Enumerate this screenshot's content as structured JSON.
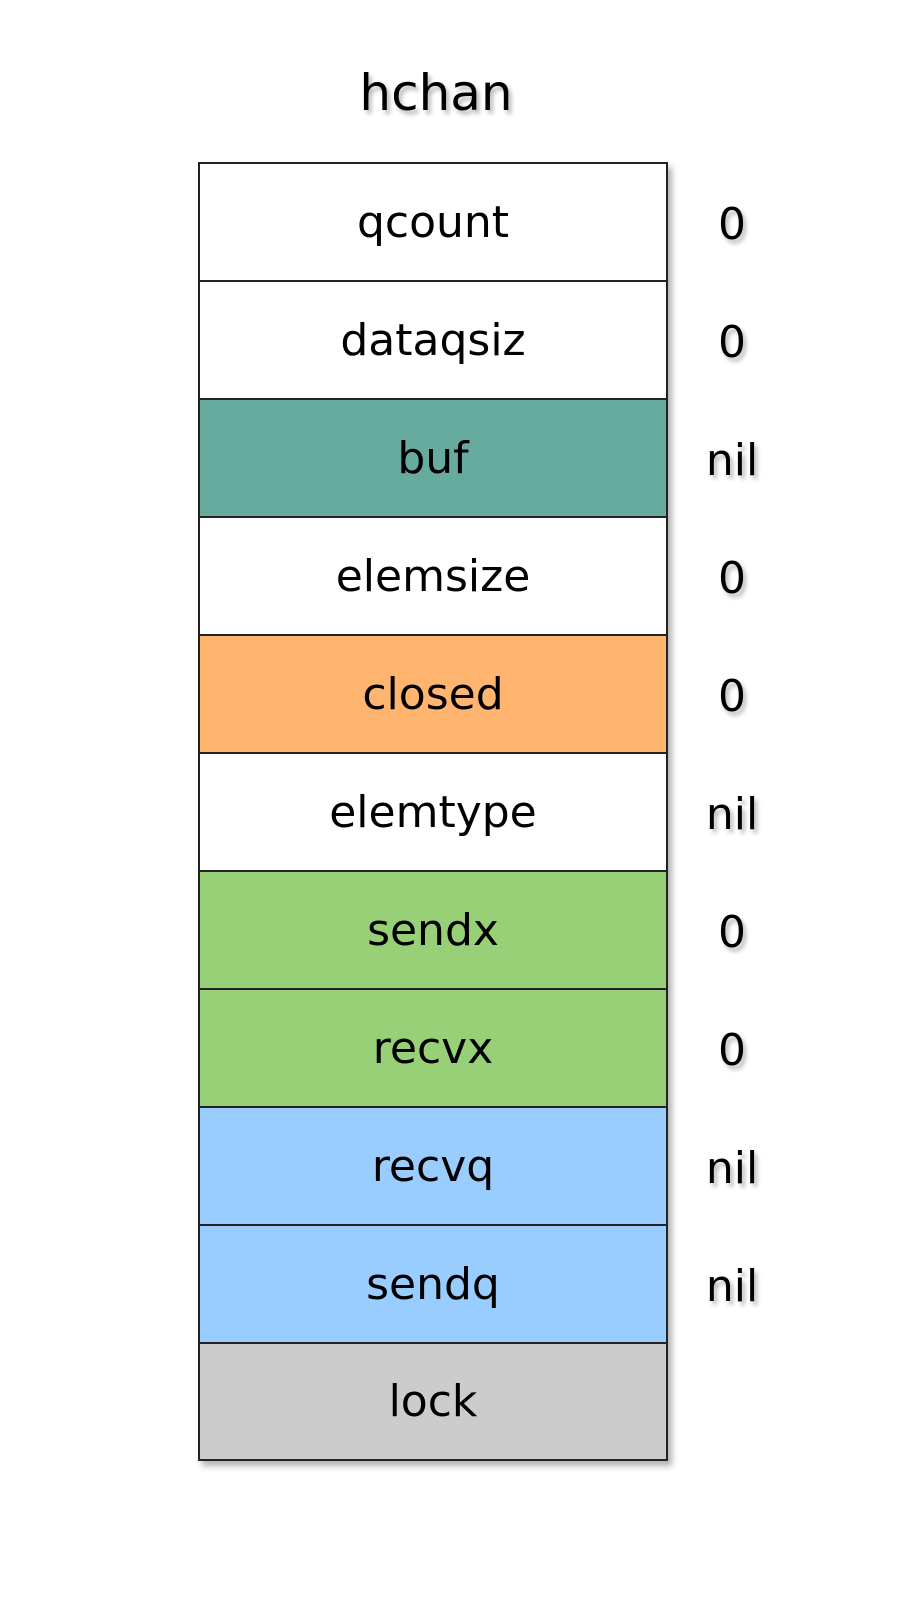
{
  "title": "hchan",
  "fields": [
    {
      "name": "qcount",
      "value": "0",
      "color": "#ffffff"
    },
    {
      "name": "dataqsiz",
      "value": "0",
      "color": "#ffffff"
    },
    {
      "name": "buf",
      "value": "nil",
      "color": "#67ab9f"
    },
    {
      "name": "elemsize",
      "value": "0",
      "color": "#ffffff"
    },
    {
      "name": "closed",
      "value": "0",
      "color": "#ffb570"
    },
    {
      "name": "elemtype",
      "value": "nil",
      "color": "#ffffff"
    },
    {
      "name": "sendx",
      "value": "0",
      "color": "#97d077"
    },
    {
      "name": "recvx",
      "value": "0",
      "color": "#97d077"
    },
    {
      "name": "recvq",
      "value": "nil",
      "color": "#99ccff"
    },
    {
      "name": "sendq",
      "value": "nil",
      "color": "#99ccff"
    },
    {
      "name": "lock",
      "value": "",
      "color": "#cccccc"
    }
  ]
}
